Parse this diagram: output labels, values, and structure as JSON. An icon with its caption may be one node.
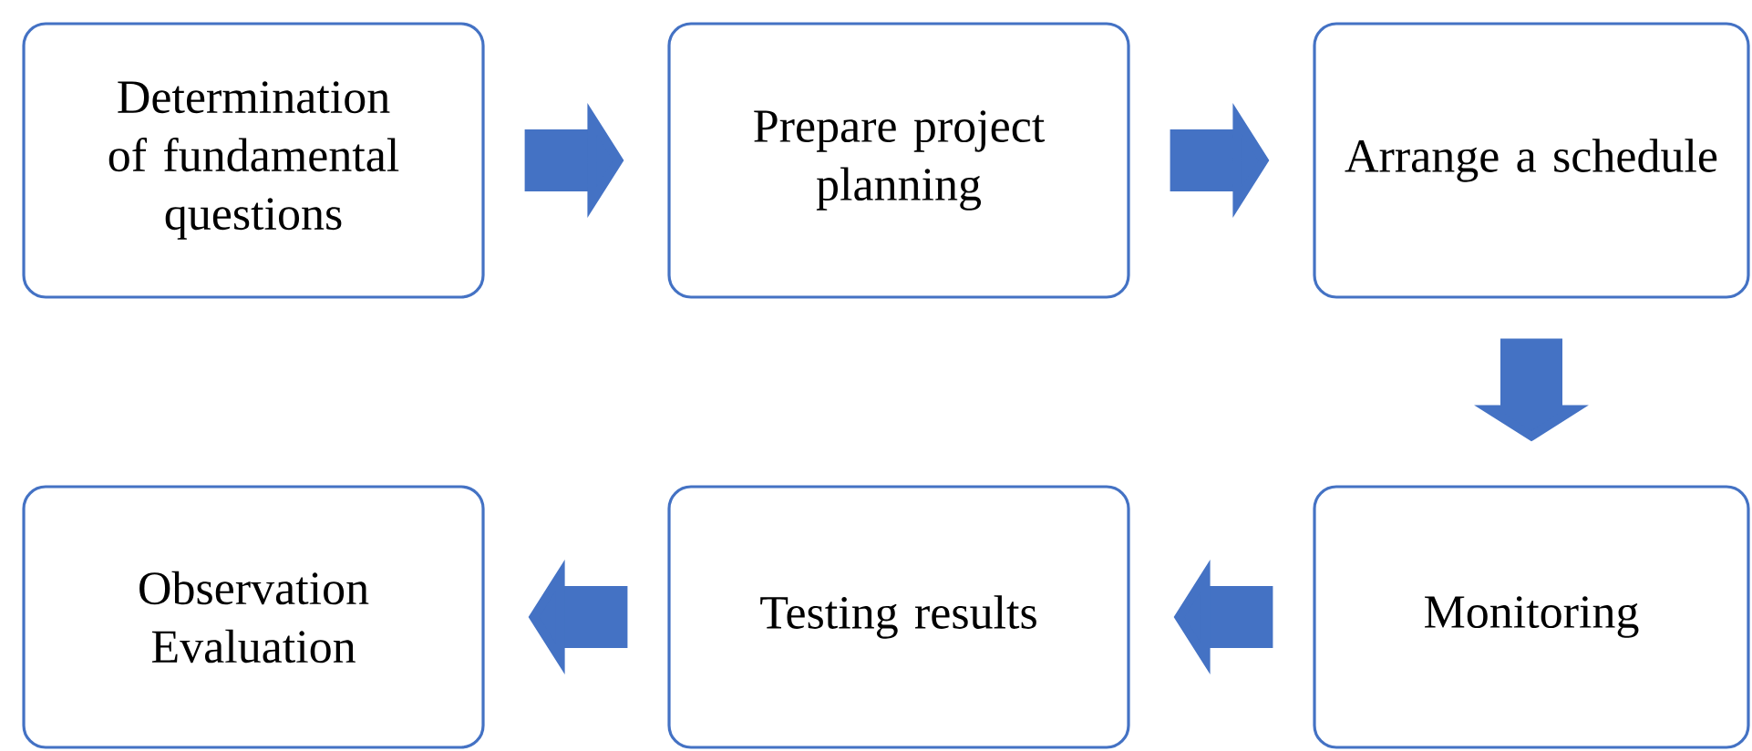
{
  "diagram": {
    "nodes": [
      {
        "text": [
          "Determination of fundamental questions"
        ]
      },
      {
        "text": [
          "Prepare project planning"
        ]
      },
      {
        "text": [
          "Arrange a schedule"
        ]
      },
      {
        "text": [
          "Monitoring"
        ]
      },
      {
        "text": [
          "Testing results"
        ]
      },
      {
        "text": [
          "Observation Evaluation"
        ]
      }
    ],
    "edges": [
      {
        "from": 0,
        "to": 1,
        "arrow": "to"
      },
      {
        "from": 1,
        "to": 2,
        "arrow": "to"
      },
      {
        "from": 2,
        "to": 3,
        "arrow": "to"
      },
      {
        "from": 3,
        "to": 4,
        "arrow": "to"
      },
      {
        "from": 4,
        "to": 5,
        "arrow": "to"
      }
    ]
  }
}
